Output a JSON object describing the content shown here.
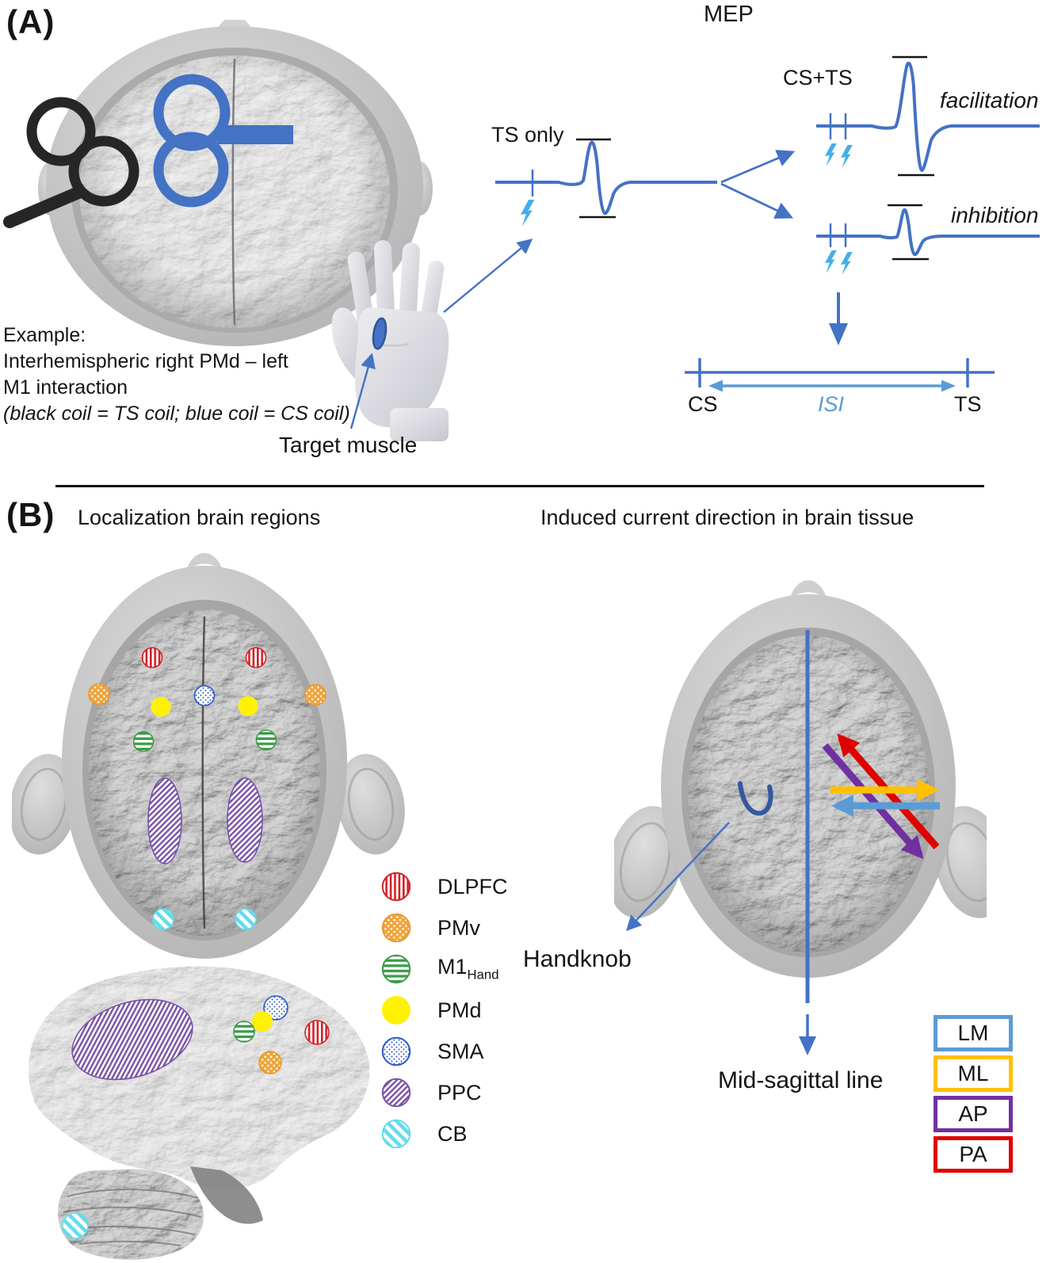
{
  "figure": {
    "panel_a": {
      "label": "(A)",
      "mep_title": "MEP",
      "example_lines": [
        "Example:",
        "Interhemispheric right PMd –  left",
        "M1 interaction",
        "(black coil = TS coil; blue coil = CS coil)"
      ],
      "ts_only_label": "TS only",
      "cs_plus_ts_label": "CS+TS",
      "facilitation_label": "facilitation",
      "inhibition_label": "inhibition",
      "target_muscle_label": "Target muscle",
      "timeline": {
        "cs_label": "CS",
        "isi_label": "ISI",
        "ts_label": "TS"
      },
      "coils": {
        "ts_coil": "black",
        "cs_coil": "blue"
      }
    },
    "panel_b": {
      "label": "(B)",
      "left_title": "Localization brain regions",
      "right_title": "Induced current direction in brain tissue",
      "handknob_label": "Handknob",
      "midsagittal_label": "Mid-sagittal line",
      "region_legend": [
        {
          "label": "DLPFC",
          "color": "#D42127",
          "pattern": "vertical-stripes"
        },
        {
          "label": "PMv",
          "color": "#F0A43A",
          "pattern": "white-dots"
        },
        {
          "label": "M1",
          "sub": "Hand",
          "color": "#3C9C48",
          "pattern": "horizontal-stripes"
        },
        {
          "label": "PMd",
          "color": "#FFF104",
          "pattern": "solid"
        },
        {
          "label": "SMA",
          "color": "#2A56C6",
          "pattern": "blue-dots"
        },
        {
          "label": "PPC",
          "color": "#7A52A8",
          "pattern": "diagonal-stripes"
        },
        {
          "label": "CB",
          "color": "#62DCEC",
          "pattern": "diagonal-stripes"
        }
      ],
      "direction_legend": [
        {
          "label": "LM",
          "color": "#5B9BD5"
        },
        {
          "label": "ML",
          "color": "#FFC000"
        },
        {
          "label": "AP",
          "color": "#7030A0"
        },
        {
          "label": "PA",
          "color": "#E00000"
        }
      ]
    },
    "colors": {
      "trace_blue": "#4472C4",
      "light_blue": "#5B9BD5",
      "bolt_blue": "#44AEE8"
    }
  }
}
